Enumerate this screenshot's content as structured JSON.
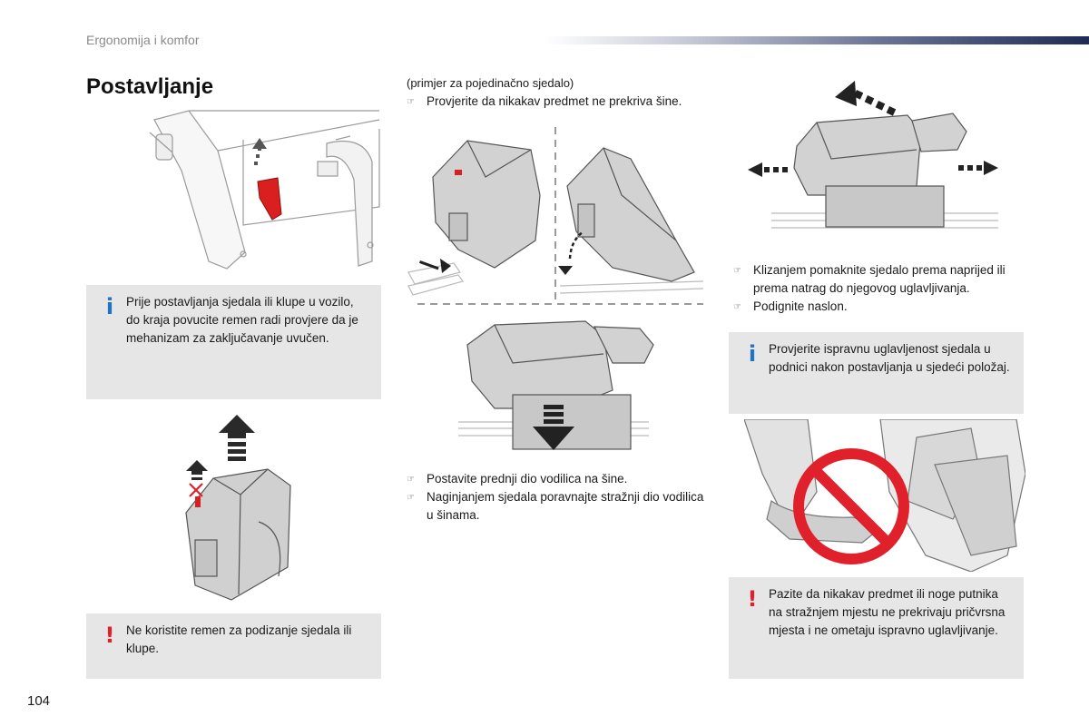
{
  "header": {
    "section_title": "Ergonomija i komfor"
  },
  "page_heading": "Postavljanje",
  "left_column": {
    "info_note": "Prije postavljanja sjedala ili klupe u vozilo, do kraja povucite remen radi provjere da je mehanizam za zaključavanje uvučen.",
    "warning_note": "Ne koristite remen za podizanje sjedala ili klupe."
  },
  "middle_column": {
    "caption": "(primjer za pojedinačno sjedalo)",
    "bullet_1": "Provjerite da nikakav predmet ne prekriva šine.",
    "bullet_2": "Postavite prednji dio vodilica na šine.",
    "bullet_3": "Naginjanjem sjedala poravnajte stražnji dio vodilica u šinama."
  },
  "right_column": {
    "bullet_1": "Klizanjem pomaknite sjedalo prema naprijed ili prema natrag do njegovog uglavljivanja.",
    "bullet_2": "Podignite naslon.",
    "info_note": "Provjerite ispravnu uglavljenost sjedala u podnici nakon postavljanja u sjedeći položaj.",
    "warning_note": "Pazite da nikakav predmet ili noge putnika na stražnjem mjestu ne prekrivaju pričvrsna mjesta i ne ometaju ispravno uglavljivanje."
  },
  "icons": {
    "bullet": "pointing-hand-icon",
    "info": "info-icon",
    "warning": "exclamation-icon"
  },
  "colors": {
    "accent_red": "#e0202a",
    "info_blue": "#1f73c7",
    "note_background": "#e6e6e6",
    "header_bar_dark": "#1f2a55"
  },
  "page_number": "104"
}
